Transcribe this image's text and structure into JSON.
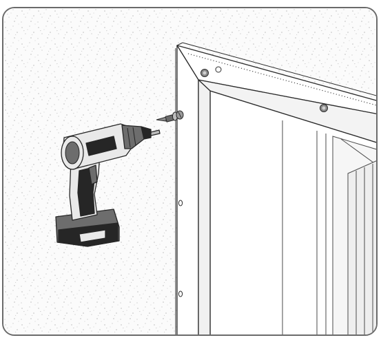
{
  "illustration": {
    "kind": "installation-step",
    "depicts": [
      "cordless-drill",
      "screw",
      "washer",
      "door-frame",
      "wall"
    ],
    "colors": {
      "line": "#2b2b2b",
      "frame_fill": "#ffffff",
      "wall_fill": "#fbfbfb",
      "speckle": "#9a9a9a",
      "drill_dark": "#262626",
      "drill_mid": "#6d6d6d",
      "drill_light": "#e9e9e9",
      "border": "#6a6a6a"
    }
  }
}
